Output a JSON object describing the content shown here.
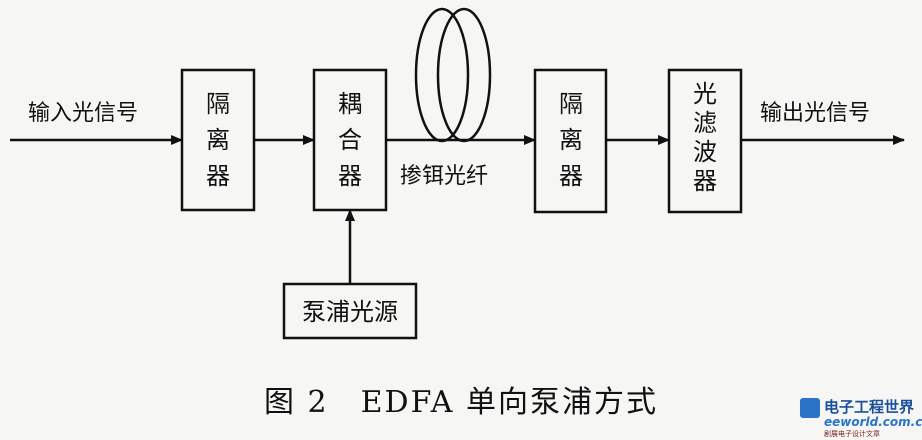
{
  "labels": {
    "input": "输入光信号",
    "output": "输出光信号",
    "fiber": "掺铒光纤"
  },
  "blocks": {
    "isolator_in": [
      "隔",
      "离",
      "器"
    ],
    "coupler": [
      "耦",
      "合",
      "器"
    ],
    "isolator_out": [
      "隔",
      "离",
      "器"
    ],
    "filter": [
      "光",
      "滤",
      "波",
      "器"
    ],
    "pump": "泵浦光源"
  },
  "caption": "图 2　EDFA 单向泵浦方式",
  "watermark": {
    "brand": "电子工程世界",
    "url": "eeworld.com.cn",
    "slogan": "剧展电子设计文章"
  }
}
